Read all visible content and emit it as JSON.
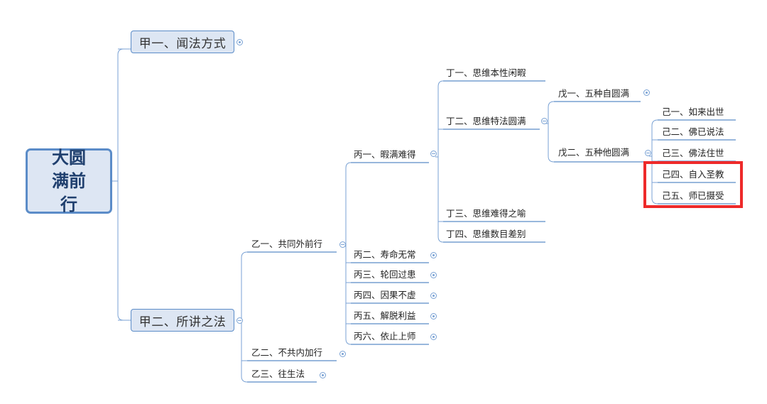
{
  "root": {
    "label": "大圆满前行"
  },
  "level1": [
    {
      "label": "甲一、闻法方式"
    },
    {
      "label": "甲二、所讲之法"
    }
  ],
  "yi": [
    {
      "label": "乙一、共同外前行"
    },
    {
      "label": "乙二、不共内加行"
    },
    {
      "label": "乙三、往生法"
    }
  ],
  "bing": [
    {
      "label": "丙一、暇满难得"
    },
    {
      "label": "丙二、寿命无常"
    },
    {
      "label": "丙三、轮回过患"
    },
    {
      "label": "丙四、因果不虚"
    },
    {
      "label": "丙五、解脱利益"
    },
    {
      "label": "丙六、依止上师"
    }
  ],
  "ding": [
    {
      "label": "丁一、思维本性闲暇"
    },
    {
      "label": "丁二、思维特法圆满"
    },
    {
      "label": "丁三、思维难得之喻"
    },
    {
      "label": "丁四、思维数目差别"
    }
  ],
  "wu": [
    {
      "label": "戊一、五种自圆满"
    },
    {
      "label": "戊二、五种他圆满"
    }
  ],
  "ji": [
    {
      "label": "己一、如来出世"
    },
    {
      "label": "己二、佛已说法"
    },
    {
      "label": "己三、佛法住世"
    },
    {
      "label": "己四、自入圣教"
    },
    {
      "label": "己五、师已摄受"
    }
  ],
  "colors": {
    "line": "#7aa2d4",
    "underline": "#5b8cc8",
    "highlight": "#ee2a2a",
    "node_fill": "#dde6f3"
  }
}
